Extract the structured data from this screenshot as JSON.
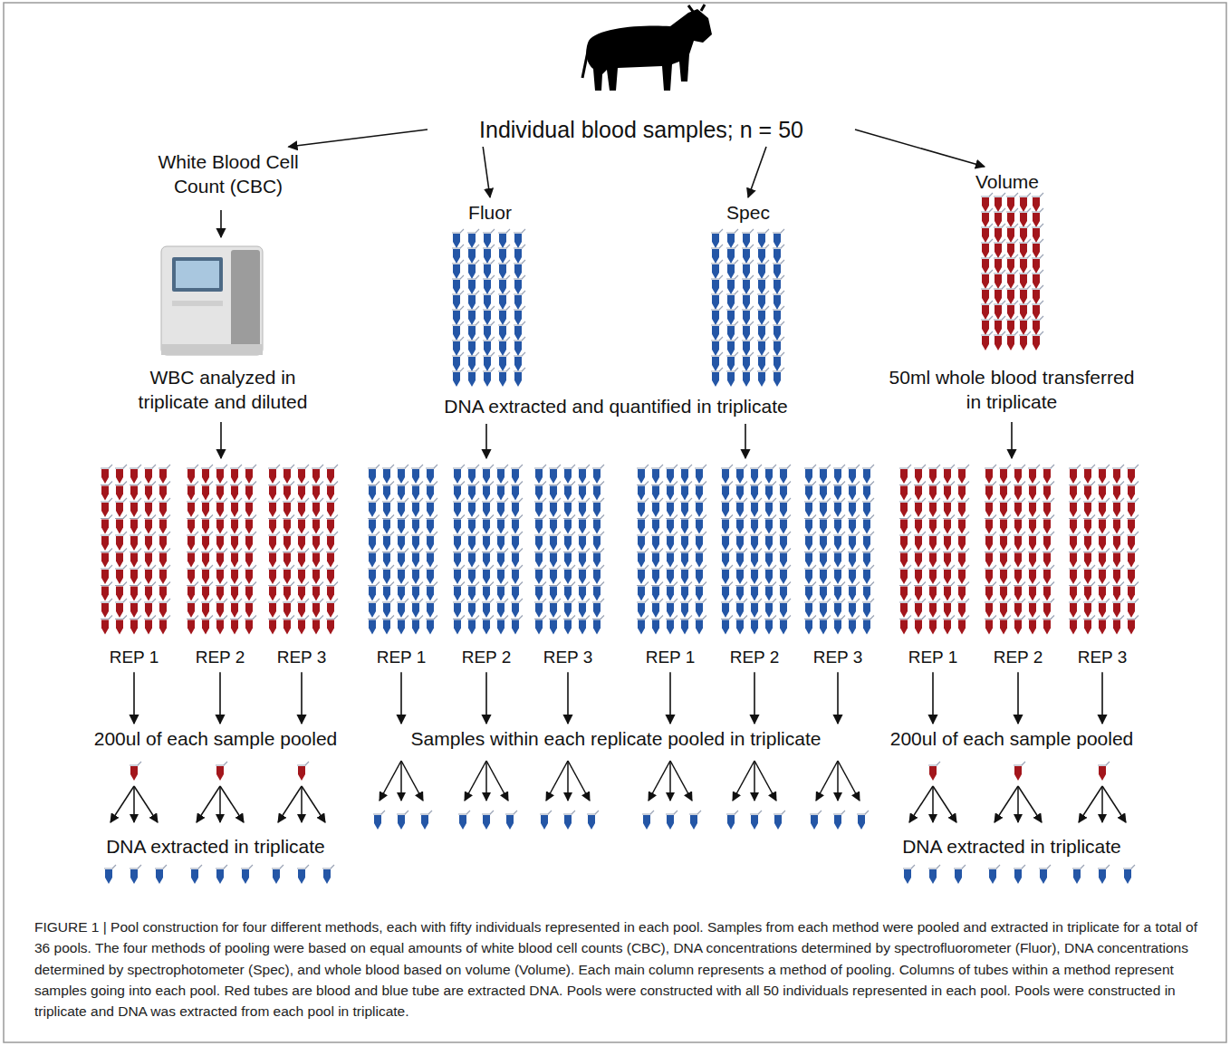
{
  "diagram": {
    "caption": "FIGURE 1 | Pool construction for four different methods, each with fifty individuals represented in each pool. Samples from each method were pooled and extracted in triplicate for a total of 36 pools. The four methods of pooling were based on equal amounts of white blood cell counts (CBC), DNA concentrations determined by spectrofluorometer (Fluor), DNA concentrations determined by spectrophotometer (Spec), and whole blood based on volume (Volume). Each main column represents a method of pooling. Columns of tubes within a method represent samples going into each pool. Red tubes are blood and blue tube are extracted DNA. Pools were constructed with all 50 individuals represented in each pool. Pools were constructed in triplicate and DNA was extracted from each pool in triplicate.",
    "nodes": [
      {
        "text": [
          "Individual blood samples; n = 50"
        ]
      },
      {
        "text": [
          "White Blood Cell Count (CBC)"
        ]
      },
      {
        "text": [
          "Fluor"
        ]
      },
      {
        "text": [
          "Spec"
        ]
      },
      {
        "text": [
          "Volume"
        ]
      },
      {
        "text": [
          "WBC analyzed in triplicate and diluted"
        ]
      },
      {
        "text": [
          "DNA extracted and quantified in triplicate"
        ]
      },
      {
        "text": [
          "50ml whole blood transferred in triplicate"
        ]
      },
      {
        "text": [
          "REP 1"
        ]
      },
      {
        "text": [
          "REP 2"
        ]
      },
      {
        "text": [
          "REP 3"
        ]
      },
      {
        "text": [
          "REP 1"
        ]
      },
      {
        "text": [
          "REP 2"
        ]
      },
      {
        "text": [
          "REP 3"
        ]
      },
      {
        "text": [
          "REP 1"
        ]
      },
      {
        "text": [
          "REP 2"
        ]
      },
      {
        "text": [
          "REP 3"
        ]
      },
      {
        "text": [
          "REP 1"
        ]
      },
      {
        "text": [
          "REP 2"
        ]
      },
      {
        "text": [
          "REP 3"
        ]
      },
      {
        "text": [
          "200ul of each sample pooled"
        ]
      },
      {
        "text": [
          "Samples within each replicate pooled in triplicate"
        ]
      },
      {
        "text": [
          "200ul of each sample pooled"
        ]
      },
      {
        "text": [
          "DNA extracted in triplicate"
        ]
      },
      {
        "text": [
          "DNA extracted in triplicate"
        ]
      }
    ],
    "edges": [
      {
        "from": 0,
        "to": 1,
        "arrow": "to"
      },
      {
        "from": 0,
        "to": 2,
        "arrow": "to"
      },
      {
        "from": 0,
        "to": 3,
        "arrow": "to"
      },
      {
        "from": 0,
        "to": 4,
        "arrow": "to"
      },
      {
        "from": 8,
        "to": 20,
        "arrow": "to"
      },
      {
        "from": 9,
        "to": 20,
        "arrow": "to"
      },
      {
        "from": 10,
        "to": 20,
        "arrow": "to"
      },
      {
        "from": 11,
        "to": 21,
        "arrow": "to"
      },
      {
        "from": 12,
        "to": 21,
        "arrow": "to"
      },
      {
        "from": 13,
        "to": 21,
        "arrow": "to"
      },
      {
        "from": 14,
        "to": 21,
        "arrow": "to"
      },
      {
        "from": 15,
        "to": 21,
        "arrow": "to"
      },
      {
        "from": 16,
        "to": 21,
        "arrow": "to"
      },
      {
        "from": 17,
        "to": 22,
        "arrow": "to"
      },
      {
        "from": 18,
        "to": 22,
        "arrow": "to"
      },
      {
        "from": 19,
        "to": 22,
        "arrow": "to"
      }
    ]
  }
}
